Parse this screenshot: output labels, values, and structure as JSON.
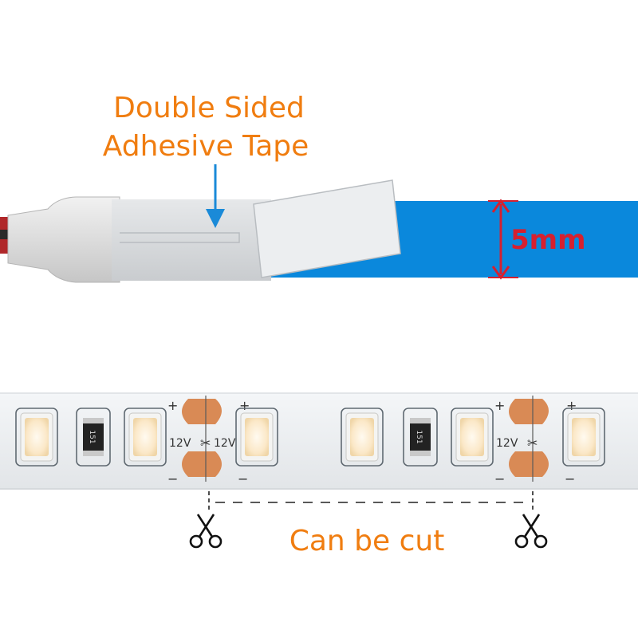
{
  "adhesive_label": {
    "line1": "Double Sided",
    "line2": "Adhesive Tape"
  },
  "width_label": "5mm",
  "cut_label": "Can be cut",
  "pcb_markings": {
    "voltage": "12V",
    "resistor_code": "151",
    "plus": "+",
    "minus": "−"
  },
  "colors": {
    "accent_orange": "#f07d10",
    "strip_blue": "#0a88dc",
    "dimension_red": "#d6202f",
    "arrow_blue": "#1a8ad8",
    "pad_copper": "#d98a55"
  }
}
